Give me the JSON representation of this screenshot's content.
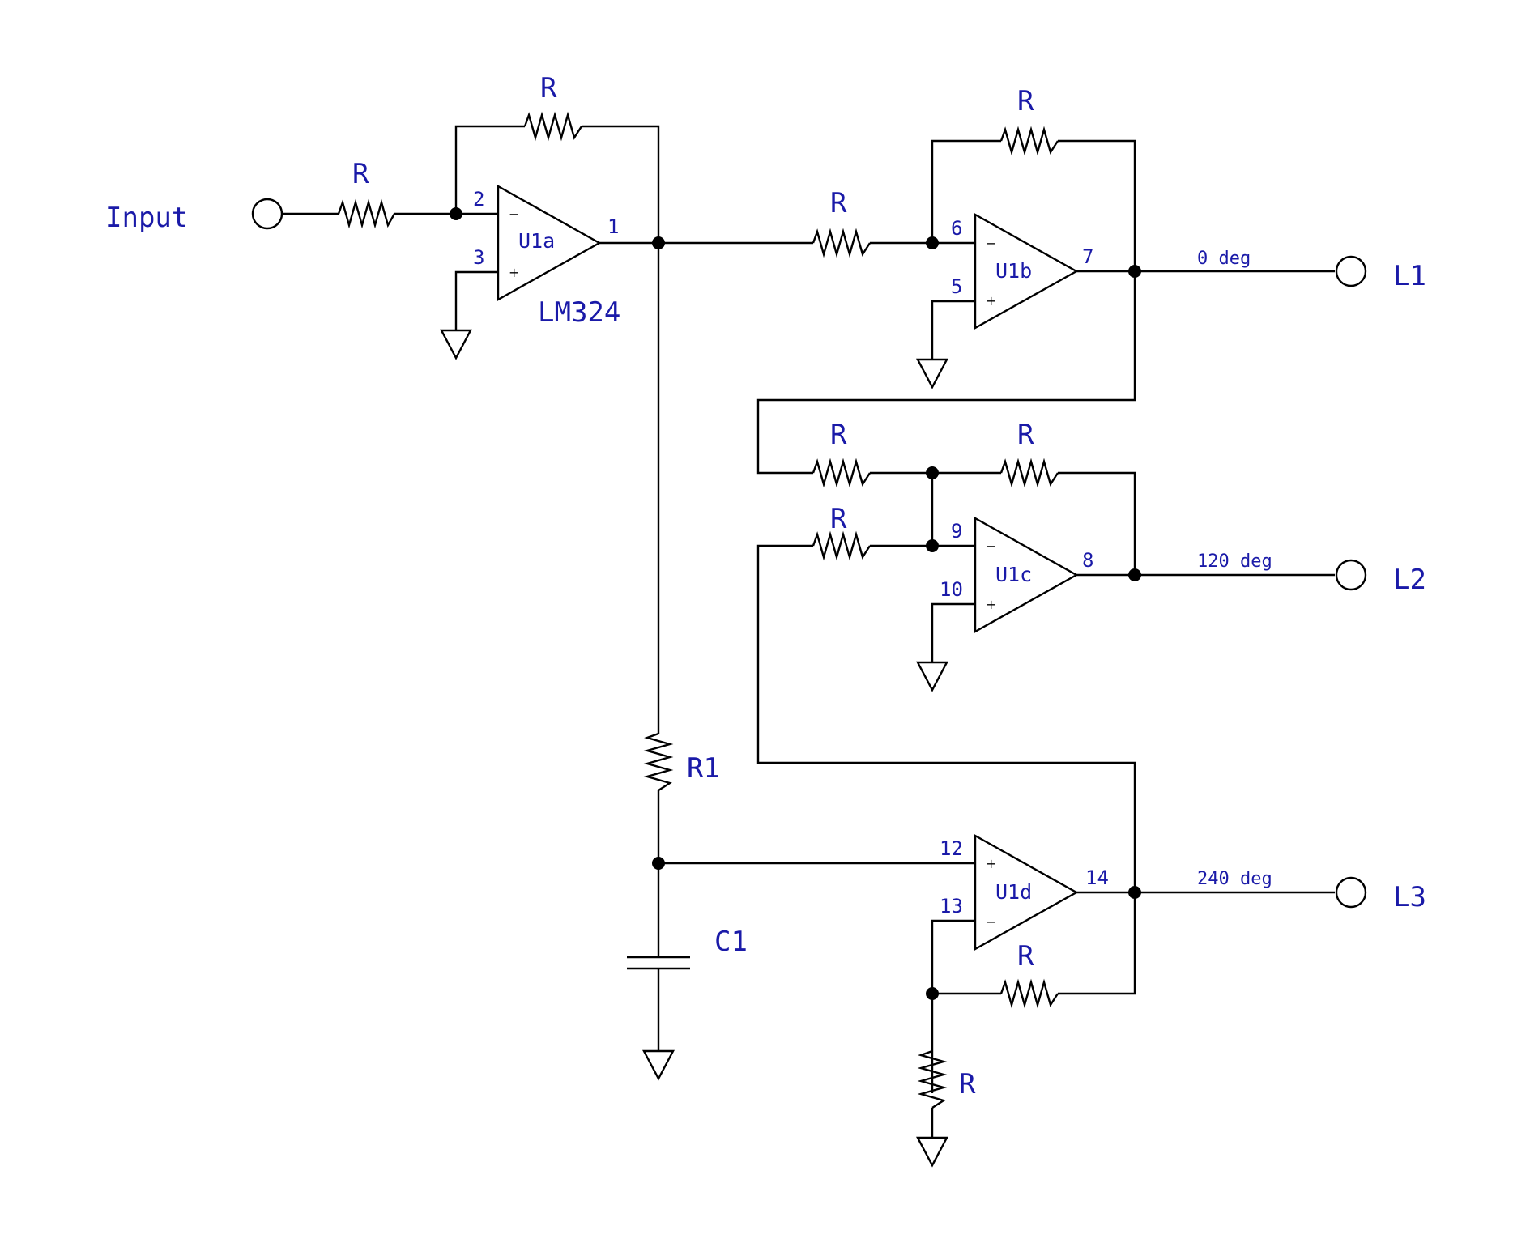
{
  "colors": {
    "wire": "#000000",
    "label": "#1a1aa8",
    "background": "#ffffff"
  },
  "input_label": "Input",
  "part_label": "LM324",
  "opamps": {
    "u1a": "U1a",
    "u1b": "U1b",
    "u1c": "U1c",
    "u1d": "U1d"
  },
  "pins": {
    "p1": "1",
    "p2": "2",
    "p3": "3",
    "p5": "5",
    "p6": "6",
    "p7": "7",
    "p8": "8",
    "p9": "9",
    "p10": "10",
    "p12": "12",
    "p13": "13",
    "p14": "14"
  },
  "resistor_label": "R",
  "r1_label": "R1",
  "c1_label": "C1",
  "outputs": {
    "l1": {
      "label": "L1",
      "phase": "0 deg"
    },
    "l2": {
      "label": "L2",
      "phase": "120 deg"
    },
    "l3": {
      "label": "L3",
      "phase": "240 deg"
    }
  }
}
